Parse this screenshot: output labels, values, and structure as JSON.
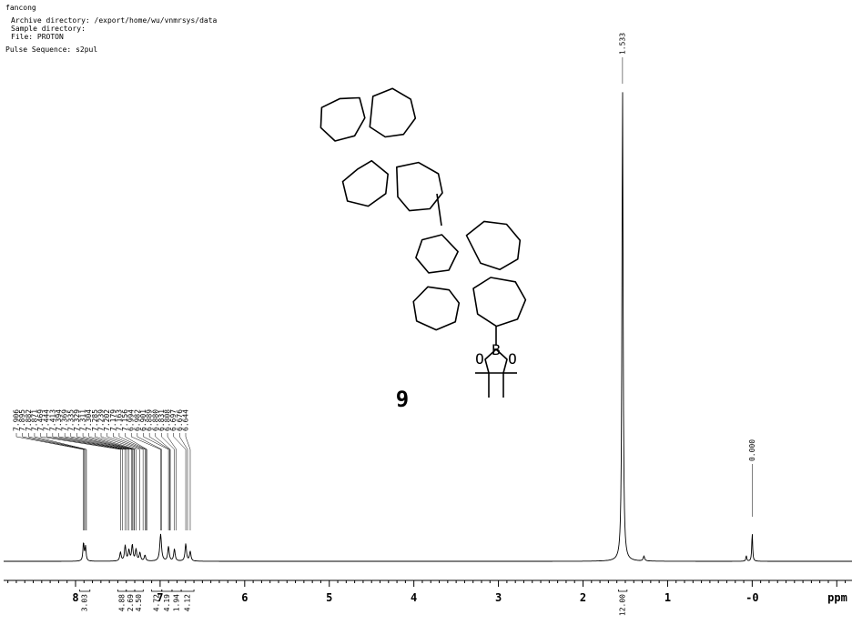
{
  "header": {
    "sample": "fancong",
    "archive": "Archive directory: /export/home/wu/vnmrsys/data",
    "sample_dir": "Sample directory:",
    "file": "File: PROTON",
    "pulse": "Pulse Sequence: s2pul"
  },
  "compound_label": "9",
  "boron_label": "B",
  "oxygen_label": "O",
  "chart_data": {
    "type": "line",
    "title": "",
    "xlabel": "ppm",
    "ylabel": "",
    "xlim": [
      8.85,
      -1.18
    ],
    "x_reversed": true,
    "x_ticks": [
      "8",
      "7",
      "6",
      "5",
      "4",
      "3",
      "2",
      "1",
      "-0"
    ],
    "peak_labels": [
      "7.906",
      "7.895",
      "7.882",
      "7.871",
      "7.469",
      "7.444",
      "7.413",
      "7.394",
      "7.369",
      "7.335",
      "7.329",
      "7.311",
      "7.304",
      "7.285",
      "7.239",
      "7.202",
      "7.179",
      "7.163",
      "7.156",
      "6.994",
      "6.982",
      "6.901",
      "6.889",
      "6.880",
      "6.831",
      "6.808",
      "6.697",
      "6.676",
      "6.644",
      "1.533",
      "0.000"
    ],
    "integrals": [
      {
        "from": 7.95,
        "to": 7.83,
        "value": "3.03"
      },
      {
        "from": 7.5,
        "to": 7.4,
        "value": "4.88"
      },
      {
        "from": 7.4,
        "to": 7.3,
        "value": "2.69"
      },
      {
        "from": 7.3,
        "to": 7.2,
        "value": "4.50"
      },
      {
        "from": 7.1,
        "to": 6.98,
        "value": "4.72"
      },
      {
        "from": 6.98,
        "to": 6.86,
        "value": "4.19"
      },
      {
        "from": 6.86,
        "to": 6.75,
        "value": "1.94"
      },
      {
        "from": 6.75,
        "to": 6.6,
        "value": "4.12"
      },
      {
        "from": 1.58,
        "to": 1.48,
        "value": "12.00"
      }
    ],
    "peaks": [
      {
        "ppm": 7.906,
        "h": 0.038,
        "w": 0.008
      },
      {
        "ppm": 7.882,
        "h": 0.03,
        "w": 0.008
      },
      {
        "ppm": 7.469,
        "h": 0.018,
        "w": 0.01
      },
      {
        "ppm": 7.413,
        "h": 0.032,
        "w": 0.01
      },
      {
        "ppm": 7.369,
        "h": 0.022,
        "w": 0.01
      },
      {
        "ppm": 7.329,
        "h": 0.033,
        "w": 0.01
      },
      {
        "ppm": 7.285,
        "h": 0.024,
        "w": 0.01
      },
      {
        "ppm": 7.239,
        "h": 0.017,
        "w": 0.01
      },
      {
        "ppm": 7.179,
        "h": 0.012,
        "w": 0.01
      },
      {
        "ppm": 6.994,
        "h": 0.056,
        "w": 0.012
      },
      {
        "ppm": 6.901,
        "h": 0.03,
        "w": 0.01
      },
      {
        "ppm": 6.831,
        "h": 0.025,
        "w": 0.01
      },
      {
        "ppm": 6.697,
        "h": 0.036,
        "w": 0.01
      },
      {
        "ppm": 6.644,
        "h": 0.02,
        "w": 0.01
      },
      {
        "ppm": 1.533,
        "h": 0.985,
        "w": 0.008
      },
      {
        "ppm": 1.28,
        "h": 0.01,
        "w": 0.01
      },
      {
        "ppm": 0.07,
        "h": 0.012,
        "w": 0.006
      },
      {
        "ppm": 0.0,
        "h": 0.06,
        "w": 0.006
      }
    ],
    "colors": {
      "line": "#000000",
      "background": "#ffffff"
    }
  }
}
